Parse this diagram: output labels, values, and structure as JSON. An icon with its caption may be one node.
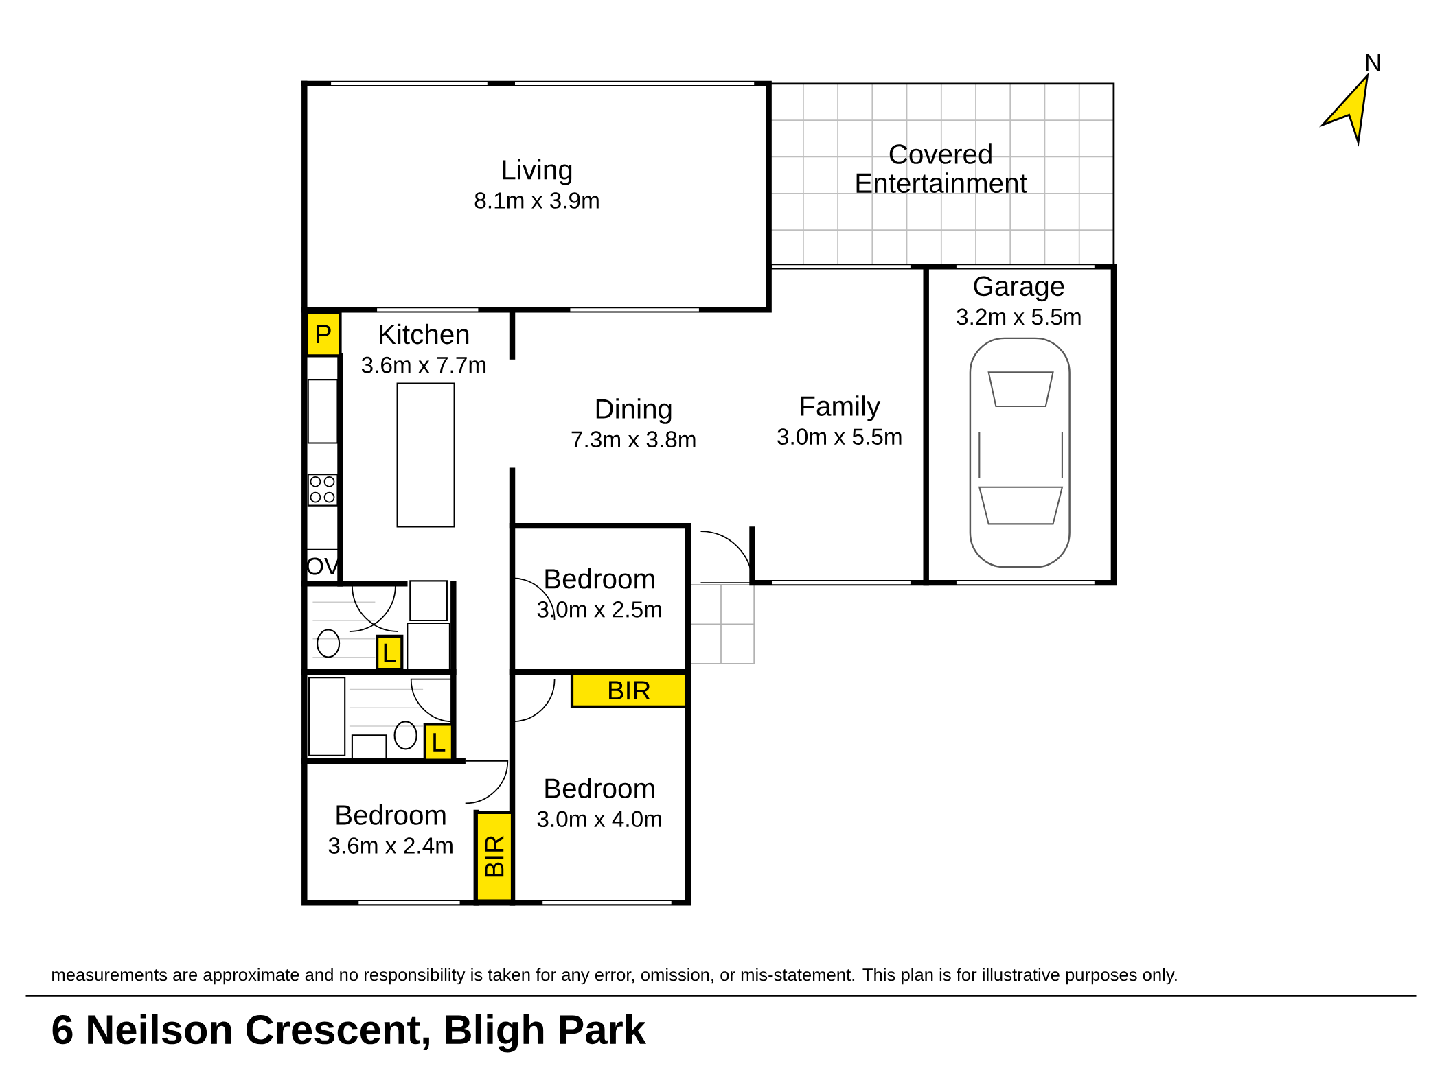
{
  "diagram": {
    "title": "6 Neilson Crescent, Bligh Park",
    "nodes": [
      {
        "text": [
          "Living",
          "8.1m x 3.9m"
        ]
      },
      {
        "text": [
          "Covered Entertainment"
        ]
      },
      {
        "text": [
          "Garage",
          "3.2m x 5.5m"
        ]
      },
      {
        "text": [
          "Kitchen",
          "3.6m x 7.7m"
        ]
      },
      {
        "text": [
          "Dining",
          "7.3m x 3.8m"
        ]
      },
      {
        "text": [
          "Family",
          "3.0m x 5.5m"
        ]
      },
      {
        "text": [
          "Bedroom",
          "3.0m x 2.5m"
        ]
      },
      {
        "text": [
          "Bedroom",
          "3.0m x 4.0m"
        ]
      },
      {
        "text": [
          "Bedroom",
          "3.6m x 2.4m"
        ]
      }
    ],
    "labels": [
      "N",
      "P",
      "OV",
      "L",
      "BIR",
      "L",
      "BIR",
      "measurements are approximate and no responsibility is taken for any error, omission, or mis-statement. This plan is for illustrative purposes only."
    ]
  }
}
